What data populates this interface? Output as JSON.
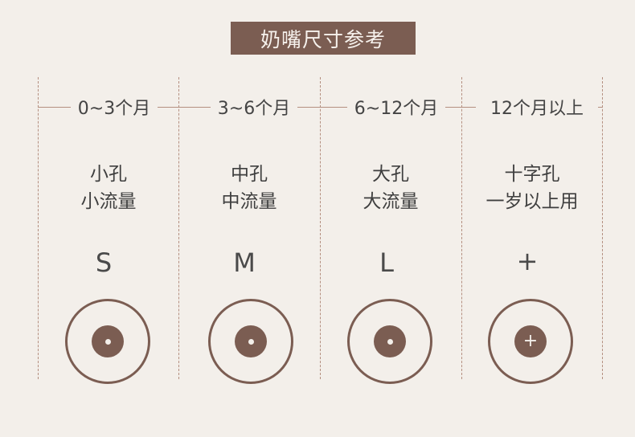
{
  "title": "奶嘴尺寸参考",
  "columns": [
    {
      "age": "0~3个月",
      "line1": "小孔",
      "line2": "小流量",
      "size": "S",
      "hole": "dot-icon"
    },
    {
      "age": "3~6个月",
      "line1": "中孔",
      "line2": "中流量",
      "size": "M",
      "hole": "dot-icon"
    },
    {
      "age": "6~12个月",
      "line1": "大孔",
      "line2": "大流量",
      "size": "L",
      "hole": "dot-icon"
    },
    {
      "age": "12个月以上",
      "line1": "十字孔",
      "line2": "一岁以上用",
      "size": "+",
      "hole": "plus-icon",
      "hole_symbol": "+"
    }
  ],
  "colors": {
    "accent": "#7b5d52",
    "background": "#f3efea",
    "line": "#b48f80"
  }
}
